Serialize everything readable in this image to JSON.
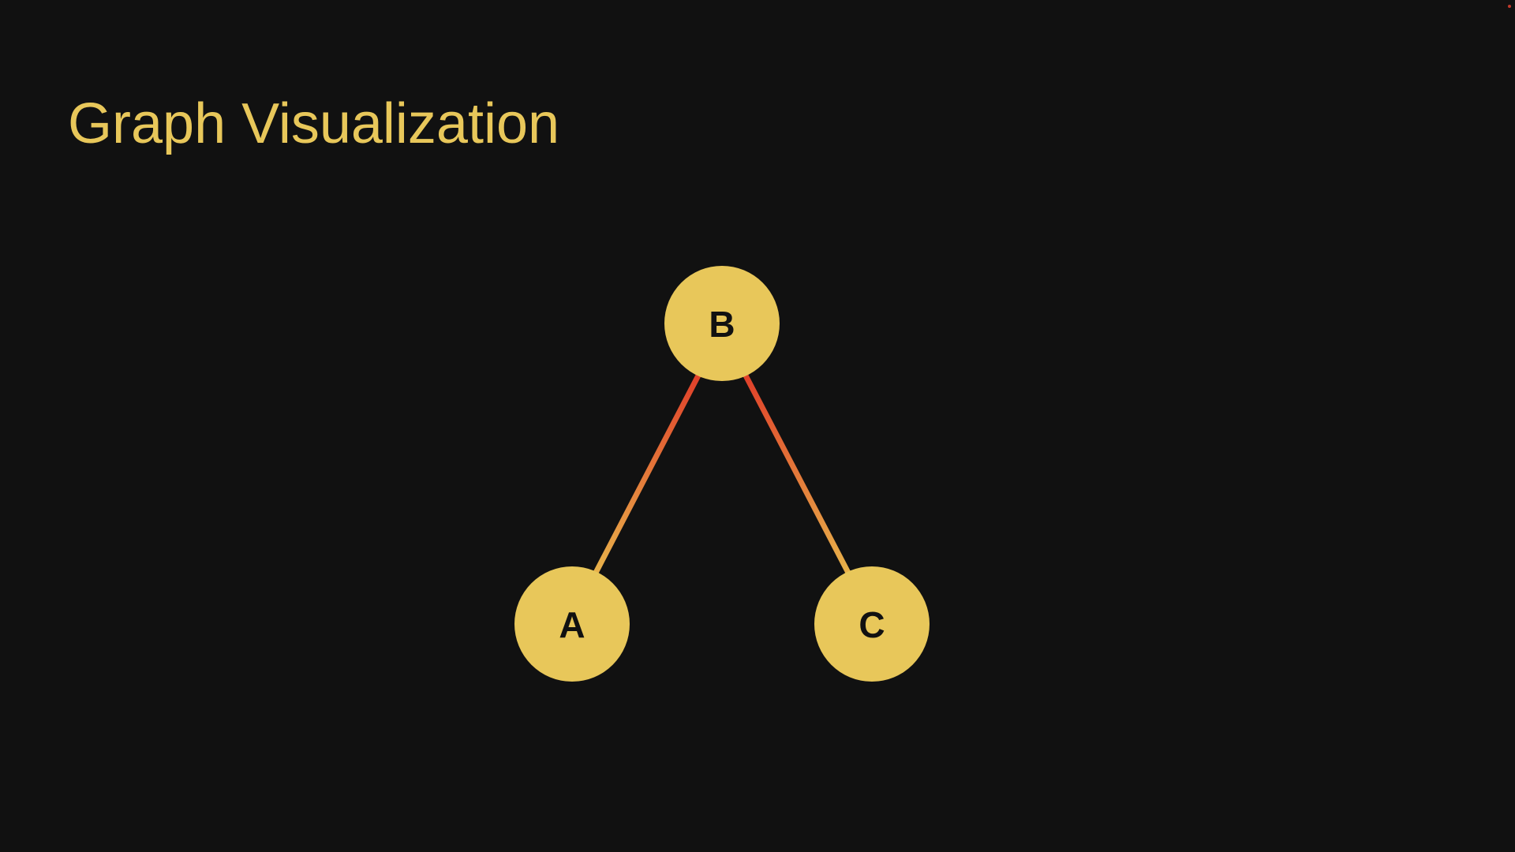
{
  "title": "Graph Visualization",
  "colors": {
    "background": "#111111",
    "title": "#e8c75a",
    "node_fill": "#e8c75a",
    "node_text": "#111111",
    "edge_start": "#e0402a",
    "edge_end": "#e8b24a"
  },
  "graph": {
    "nodes": [
      {
        "id": "B",
        "label": "B"
      },
      {
        "id": "A",
        "label": "A"
      },
      {
        "id": "C",
        "label": "C"
      }
    ],
    "edges": [
      {
        "from": "B",
        "to": "A"
      },
      {
        "from": "B",
        "to": "C"
      }
    ]
  }
}
